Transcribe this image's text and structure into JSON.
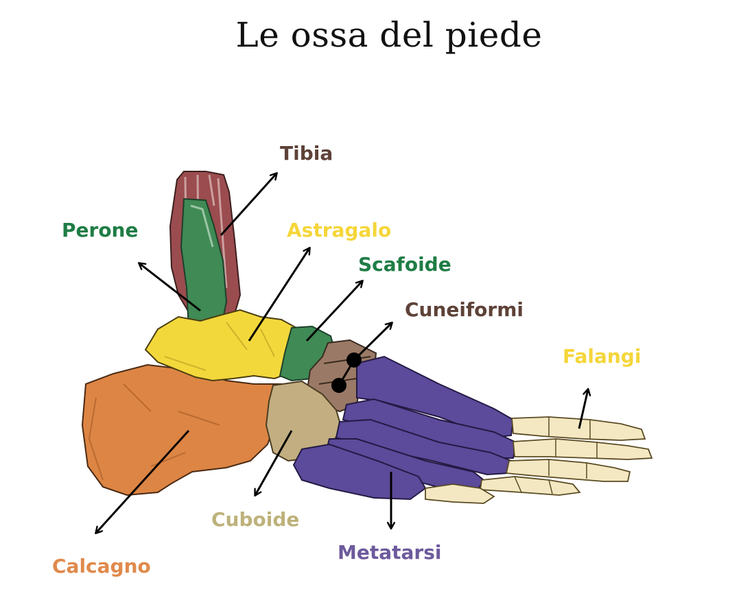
{
  "title": "Le ossa del piede",
  "labels": {
    "tibia": "Tibia",
    "perone": "Perone",
    "astragalo": "Astragalo",
    "scafoide": "Scafoide",
    "cuneiformi": "Cuneiformi",
    "falangi": "Falangi",
    "cuboide": "Cuboide",
    "metatarsi": "Metatarsi",
    "calcagno": "Calcagno"
  },
  "colors": {
    "tibia": "#5e4238",
    "perone": "#1f7d45",
    "astragalo": "#f5d63a",
    "scafoide": "#1f7d45",
    "cuneiformi": "#5e4238",
    "falangi": "#f5d63a",
    "cuboide": "#bdb27b",
    "metatarsi": "#6d5a9c",
    "calcagno": "#e08a4c"
  }
}
